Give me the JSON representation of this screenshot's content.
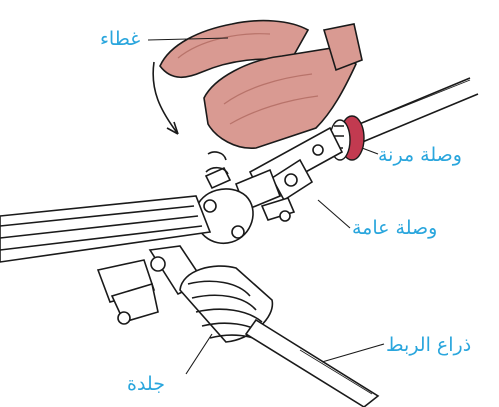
{
  "colors": {
    "label": "#2aa6dd",
    "outline": "#1a1a1a",
    "cover_fill": "#d99a92",
    "cover_shade": "#b8736a",
    "flex_coupling": "#c23a50"
  },
  "labels": {
    "cover": "غطاء",
    "flexible_coupling": "وصلة مرنة",
    "universal_joint": "وصلة عامة",
    "tie_rod": "ذراع الربط",
    "boot": "جلدة"
  }
}
